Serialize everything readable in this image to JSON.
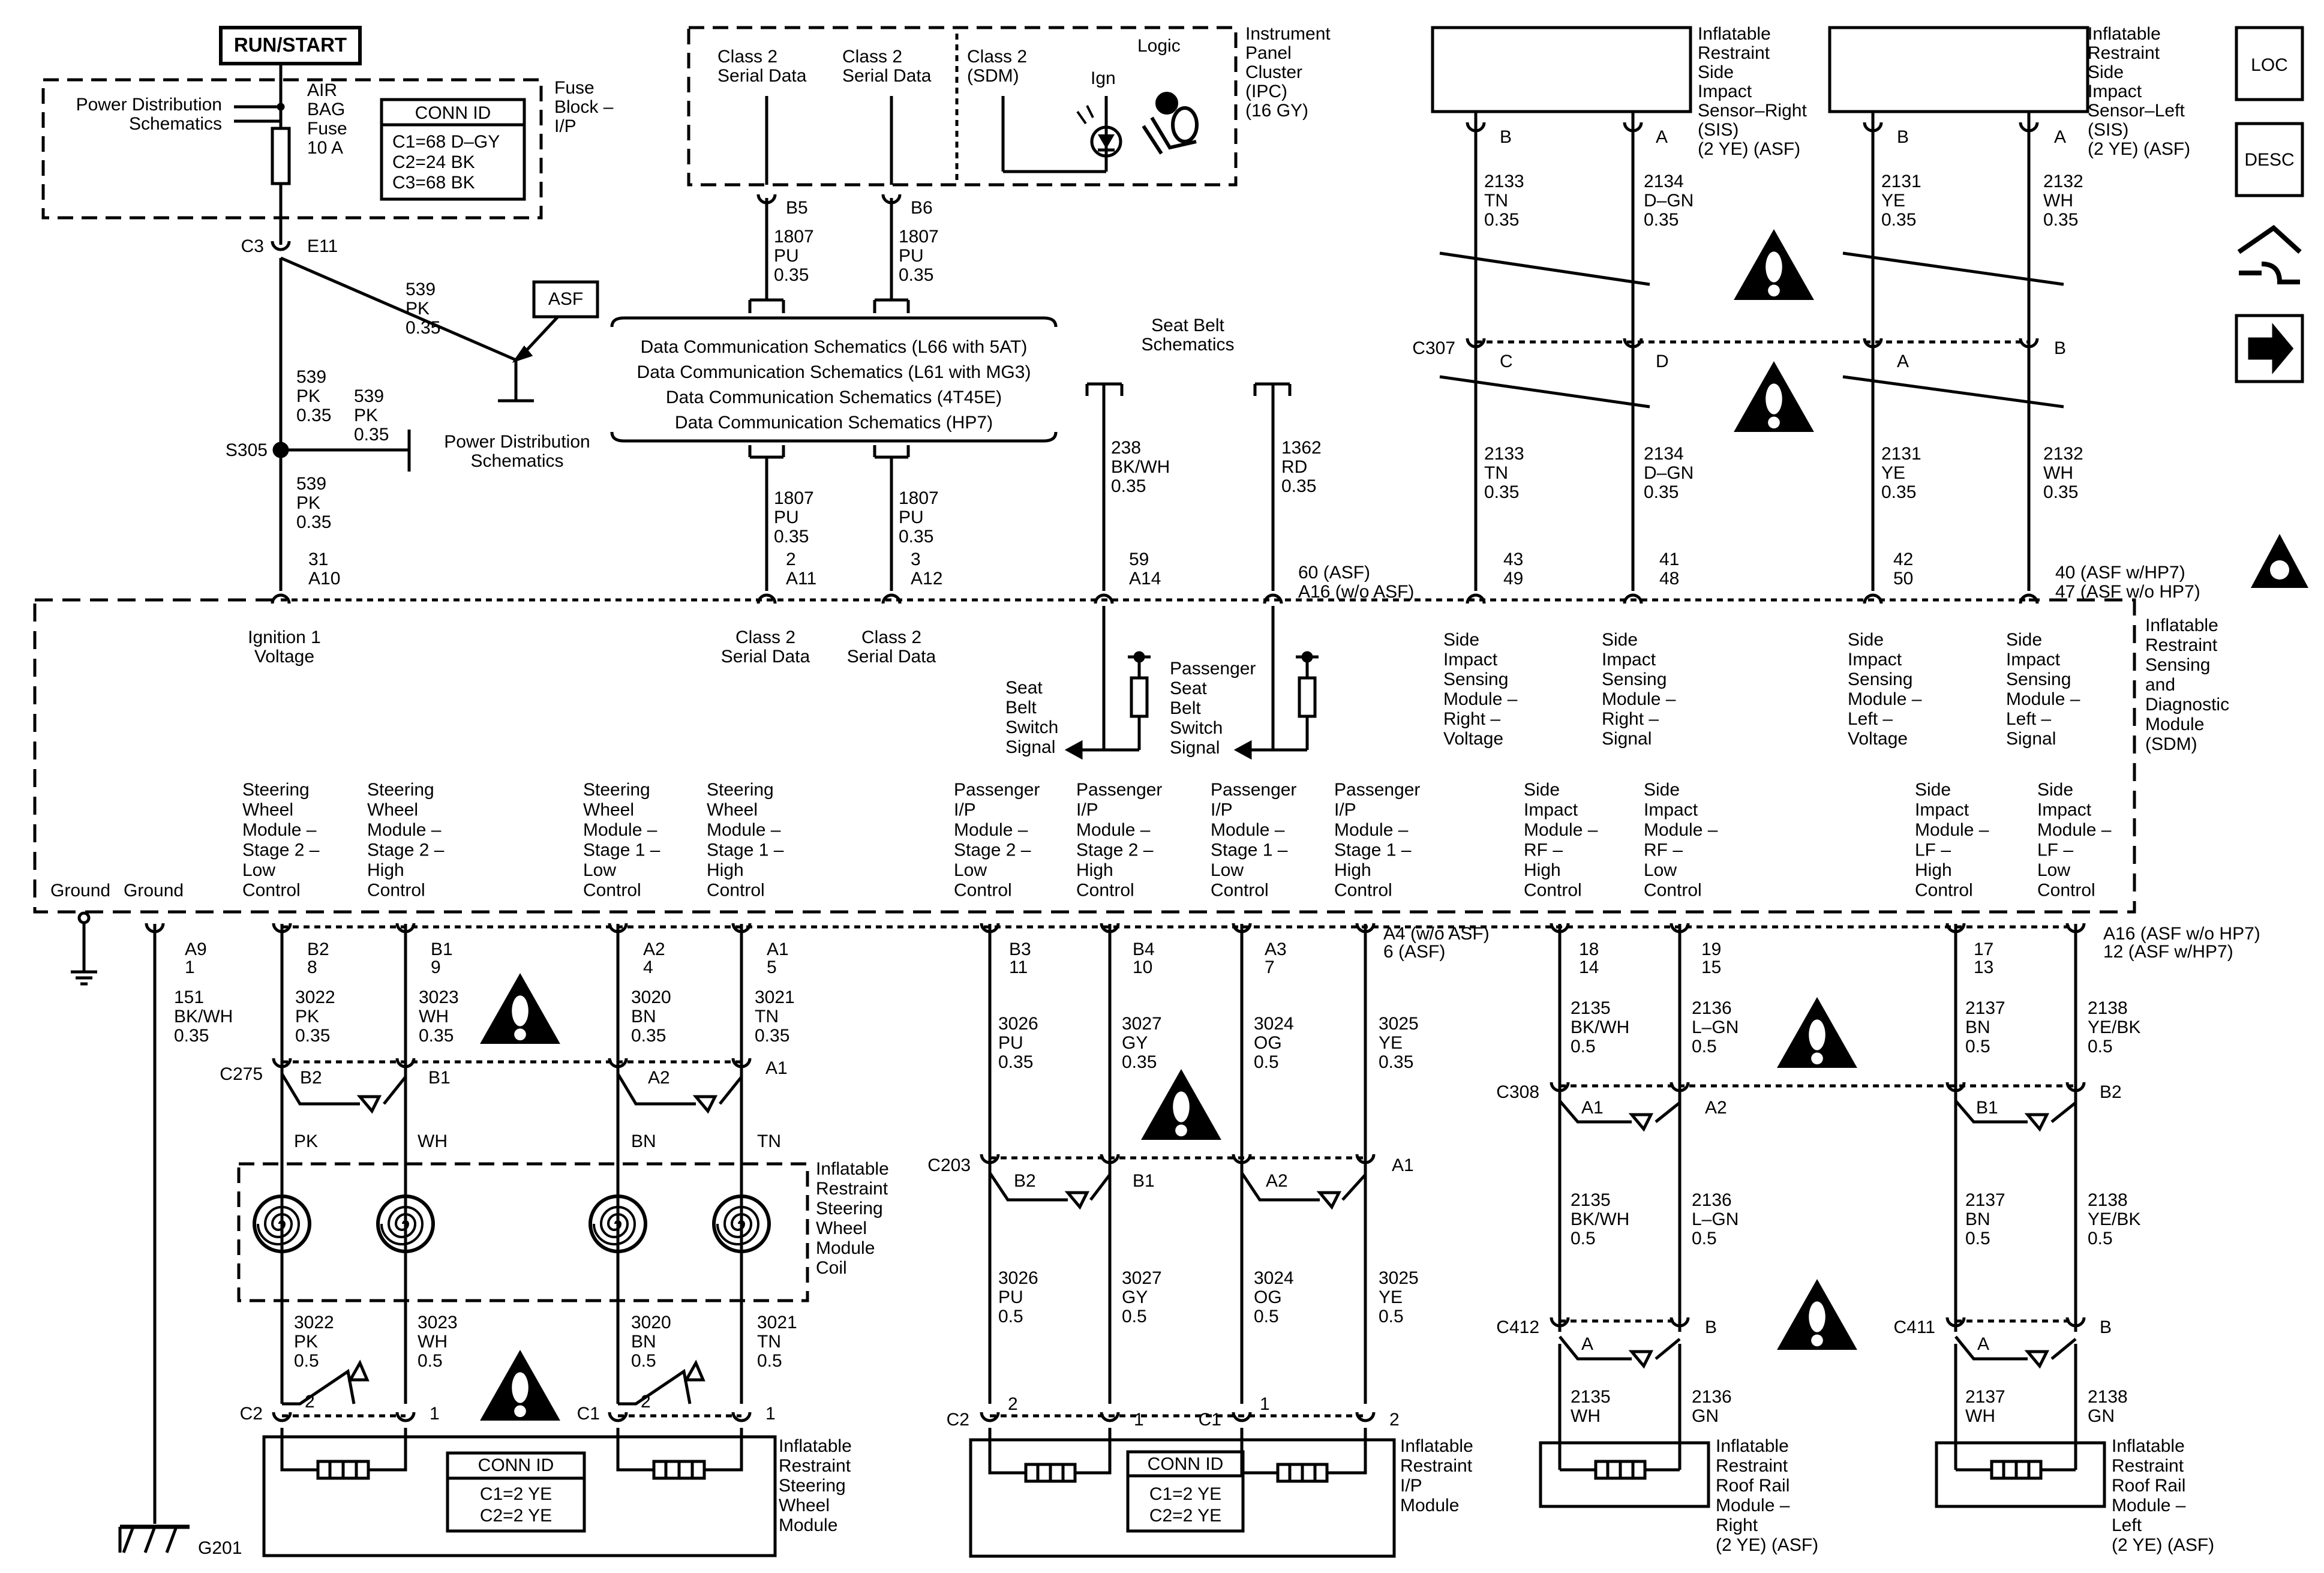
{
  "run_start": "RUN/START",
  "power_dist_top": [
    "Power Distribution",
    "Schematics"
  ],
  "fuse": [
    "AIR",
    "BAG",
    "Fuse",
    "10 A"
  ],
  "fuse_block": [
    "Fuse",
    "Block –",
    "I/P"
  ],
  "conn_id_top": {
    "title": "CONN ID",
    "lines": [
      "C1=68 D–GY",
      "C2=24 BK",
      "C3=68 BK"
    ]
  },
  "c3": "C3",
  "e11": "E11",
  "w539_a": [
    "539",
    "PK",
    "0.35"
  ],
  "asf": "ASF",
  "w539_b": [
    "539",
    "PK",
    "0.35"
  ],
  "w539_c": [
    "539",
    "PK",
    "0.35"
  ],
  "w539_d": [
    "539",
    "PK",
    "0.35"
  ],
  "s305": "S305",
  "power_dist_mid": [
    "Power Distribution",
    "Schematics"
  ],
  "pin31": [
    "31",
    "A10"
  ],
  "ipc_box": {
    "col1": [
      "Class 2",
      "Serial Data"
    ],
    "col2": [
      "Class 2",
      "Serial Data"
    ],
    "col3": [
      "Class 2",
      "(SDM)"
    ],
    "ign": "Ign",
    "logic": "Logic"
  },
  "ipc_label": [
    "Instrument",
    "Panel",
    "Cluster",
    "(IPC)",
    "(16 GY)"
  ],
  "b5": "B5",
  "b6": "B6",
  "w1807_a": [
    "1807",
    "PU",
    "0.35"
  ],
  "w1807_b": [
    "1807",
    "PU",
    "0.35"
  ],
  "w1807_c": [
    "1807",
    "PU",
    "0.35"
  ],
  "w1807_d": [
    "1807",
    "PU",
    "0.35"
  ],
  "dcs": [
    "Data Communication Schematics (L66 with 5AT)",
    "Data Communication Schematics (L61 with MG3)",
    "Data Communication Schematics (4T45E)",
    "Data Communication Schematics (HP7)"
  ],
  "pin2": [
    "2",
    "A11"
  ],
  "pin3": [
    "3",
    "A12"
  ],
  "seat_belt": [
    "Seat Belt",
    "Schematics"
  ],
  "w238": [
    "238",
    "BK/WH",
    "0.35"
  ],
  "w1362": [
    "1362",
    "RD",
    "0.35"
  ],
  "pin59": [
    "59",
    "A14"
  ],
  "pin60": [
    "60 (ASF)",
    "A16 (w/o ASF)"
  ],
  "sis_right": [
    "Inflatable",
    "Restraint",
    "Side",
    "Impact",
    "Sensor–Right",
    "(SIS)",
    "(2 YE) (ASF)"
  ],
  "sis_left": [
    "Inflatable",
    "Restraint",
    "Side",
    "Impact",
    "Sensor–Left",
    "(SIS)",
    "(2 YE) (ASF)"
  ],
  "sis_pins": [
    "B",
    "A",
    "B",
    "A"
  ],
  "w2133": [
    "2133",
    "TN",
    "0.35"
  ],
  "w2134": [
    "2134",
    "D–GN",
    "0.35"
  ],
  "w2131": [
    "2131",
    "YE",
    "0.35"
  ],
  "w2132": [
    "2132",
    "WH",
    "0.35"
  ],
  "c307": "C307",
  "c307_pins": [
    "C",
    "D",
    "A",
    "B"
  ],
  "w2133b": [
    "2133",
    "TN",
    "0.35"
  ],
  "w2134b": [
    "2134",
    "D–GN",
    "0.35"
  ],
  "w2131b": [
    "2131",
    "YE",
    "0.35"
  ],
  "w2132b": [
    "2132",
    "WH",
    "0.35"
  ],
  "p43": [
    "43",
    "49"
  ],
  "p41": [
    "41",
    "48"
  ],
  "p42": [
    "42",
    "50"
  ],
  "p40": [
    "40 (ASF w/HP7)",
    "47 (ASF w/o HP7)"
  ],
  "side_icons": [
    "LOC",
    "DESC"
  ],
  "sdm_label": [
    "Inflatable",
    "Restraint",
    "Sensing",
    "and",
    "Diagnostic",
    "Module",
    "(SDM)"
  ],
  "sdm_top": {
    "ign": [
      "Ignition 1",
      "Voltage"
    ],
    "c2a": [
      "Class 2",
      "Serial Data"
    ],
    "c2b": [
      "Class 2",
      "Serial Data"
    ],
    "sbss": [
      "Seat",
      "Belt",
      "Switch",
      "Signal"
    ],
    "psbss": [
      "Passenger",
      "Seat",
      "Belt",
      "Switch",
      "Signal"
    ],
    "sism_rv": [
      "Side",
      "Impact",
      "Sensing",
      "Module –",
      "Right –",
      "Voltage"
    ],
    "sism_rs": [
      "Side",
      "Impact",
      "Sensing",
      "Module –",
      "Right –",
      "Signal"
    ],
    "sism_lv": [
      "Side",
      "Impact",
      "Sensing",
      "Module –",
      "Left –",
      "Voltage"
    ],
    "sism_ls": [
      "Side",
      "Impact",
      "Sensing",
      "Module –",
      "Left –",
      "Signal"
    ]
  },
  "sdm_bottom": {
    "g1": "Ground",
    "g2": "Ground",
    "c1": [
      "Steering",
      "Wheel",
      "Module –",
      "Stage 2 –",
      "Low",
      "Control"
    ],
    "c2": [
      "Steering",
      "Wheel",
      "Module –",
      "Stage 2 –",
      "High",
      "Control"
    ],
    "c3": [
      "Steering",
      "Wheel",
      "Module –",
      "Stage 1 –",
      "Low",
      "Control"
    ],
    "c4": [
      "Steering",
      "Wheel",
      "Module –",
      "Stage 1 –",
      "High",
      "Control"
    ],
    "c5": [
      "Passenger",
      "I/P",
      "Module –",
      "Stage 2 –",
      "Low",
      "Control"
    ],
    "c6": [
      "Passenger",
      "I/P",
      "Module –",
      "Stage 2 –",
      "High",
      "Control"
    ],
    "c7": [
      "Passenger",
      "I/P",
      "Module –",
      "Stage 1 –",
      "Low",
      "Control"
    ],
    "c8": [
      "Passenger",
      "I/P",
      "Module –",
      "Stage 1 –",
      "High",
      "Control"
    ],
    "c9": [
      "Side",
      "Impact",
      "Module –",
      "RF –",
      "High",
      "Control"
    ],
    "c10": [
      "Side",
      "Impact",
      "Module –",
      "RF –",
      "Low",
      "Control"
    ],
    "c11": [
      "Side",
      "Impact",
      "Module –",
      "LF –",
      "High",
      "Control"
    ],
    "c12": [
      "Side",
      "Impact",
      "Module –",
      "LF –",
      "Low",
      "Control"
    ]
  },
  "bpins": {
    "a9": [
      "A9",
      "1"
    ],
    "b2": [
      "B2",
      "8"
    ],
    "b1": [
      "B1",
      "9"
    ],
    "a2": [
      "A2",
      "4"
    ],
    "a1": [
      "A1",
      "5"
    ],
    "b3": [
      "B3",
      "11"
    ],
    "b4": [
      "B4",
      "10"
    ],
    "a3": [
      "A3",
      "7"
    ],
    "a4": [
      "A4 (w/o ASF)",
      "6 (ASF)"
    ],
    "p18": [
      "18",
      "14"
    ],
    "p19": [
      "19",
      "15"
    ],
    "p17": [
      "17",
      "13"
    ],
    "a16": [
      "A16 (ASF w/o HP7)",
      "12 (ASF w/HP7)"
    ]
  },
  "w151": [
    "151",
    "BK/WH",
    "0.35"
  ],
  "w3022": [
    "3022",
    "PK",
    "0.35"
  ],
  "w3023": [
    "3023",
    "WH",
    "0.35"
  ],
  "w3020": [
    "3020",
    "BN",
    "0.35"
  ],
  "w3021": [
    "3021",
    "TN",
    "0.35"
  ],
  "w3026": [
    "3026",
    "PU",
    "0.35"
  ],
  "w3027": [
    "3027",
    "GY",
    "0.35"
  ],
  "w3024": [
    "3024",
    "OG",
    "0.5"
  ],
  "w3025": [
    "3025",
    "YE",
    "0.35"
  ],
  "w2135": [
    "2135",
    "BK/WH",
    "0.5"
  ],
  "w2136": [
    "2136",
    "L–GN",
    "0.5"
  ],
  "w2137": [
    "2137",
    "BN",
    "0.5"
  ],
  "w2138": [
    "2138",
    "YE/BK",
    "0.5"
  ],
  "c275": "C275",
  "c275_pins": [
    "B2",
    "B1",
    "A2",
    "A1"
  ],
  "coil_colors": [
    "PK",
    "WH",
    "BN",
    "TN"
  ],
  "coil_label": [
    "Inflatable",
    "Restraint",
    "Steering",
    "Wheel",
    "Module",
    "Coil"
  ],
  "w3022b": [
    "3022",
    "PK",
    "0.5"
  ],
  "w3023b": [
    "3023",
    "WH",
    "0.5"
  ],
  "w3020b": [
    "3020",
    "BN",
    "0.5"
  ],
  "w3021b": [
    "3021",
    "TN",
    "0.5"
  ],
  "c2_left": "C2",
  "c1_left": "C1",
  "sw_pins": [
    "2",
    "1",
    "2",
    "1"
  ],
  "conn_id_sw": {
    "title": "CONN ID",
    "lines": [
      "C1=2 YE",
      "C2=2 YE"
    ]
  },
  "sw_module": [
    "Inflatable",
    "Restraint",
    "Steering",
    "Wheel",
    "Module"
  ],
  "g201": "G201",
  "c203": "C203",
  "c203_pins": [
    "B2",
    "B1",
    "A2",
    "A1"
  ],
  "w3026b": [
    "3026",
    "PU",
    "0.5"
  ],
  "w3027b": [
    "3027",
    "GY",
    "0.5"
  ],
  "w3024b": [
    "3024",
    "OG",
    "0.5"
  ],
  "w3025b": [
    "3025",
    "YE",
    "0.5"
  ],
  "c2_mid": "C2",
  "c1_mid": "C1",
  "ip_pins": [
    "2",
    "1",
    "1",
    "2"
  ],
  "conn_id_ip": {
    "title": "CONN ID",
    "lines": [
      "C1=2 YE",
      "C2=2 YE"
    ]
  },
  "ip_module": [
    "Inflatable",
    "Restraint",
    "I/P",
    "Module"
  ],
  "c308": "C308",
  "c308_pins": [
    "A1",
    "A2",
    "B1",
    "B2"
  ],
  "w2135b": [
    "2135",
    "BK/WH",
    "0.5"
  ],
  "w2136b": [
    "2136",
    "L–GN",
    "0.5"
  ],
  "w2137b": [
    "2137",
    "BN",
    "0.5"
  ],
  "w2138b": [
    "2138",
    "YE/BK",
    "0.5"
  ],
  "c412": "C412",
  "c411": "C411",
  "c412_pins": [
    "A",
    "B"
  ],
  "c411_pins": [
    "A",
    "B"
  ],
  "w2135c": [
    "2135",
    "WH"
  ],
  "w2136c": [
    "2136",
    "GN"
  ],
  "w2137c": [
    "2137",
    "WH"
  ],
  "w2138c": [
    "2138",
    "GN"
  ],
  "rr_right": [
    "Inflatable",
    "Restraint",
    "Roof Rail",
    "Module –",
    "Right",
    "(2 YE) (ASF)"
  ],
  "rr_left": [
    "Inflatable",
    "Restraint",
    "Roof Rail",
    "Module –",
    "Left",
    "(2 YE) (ASF)"
  ]
}
